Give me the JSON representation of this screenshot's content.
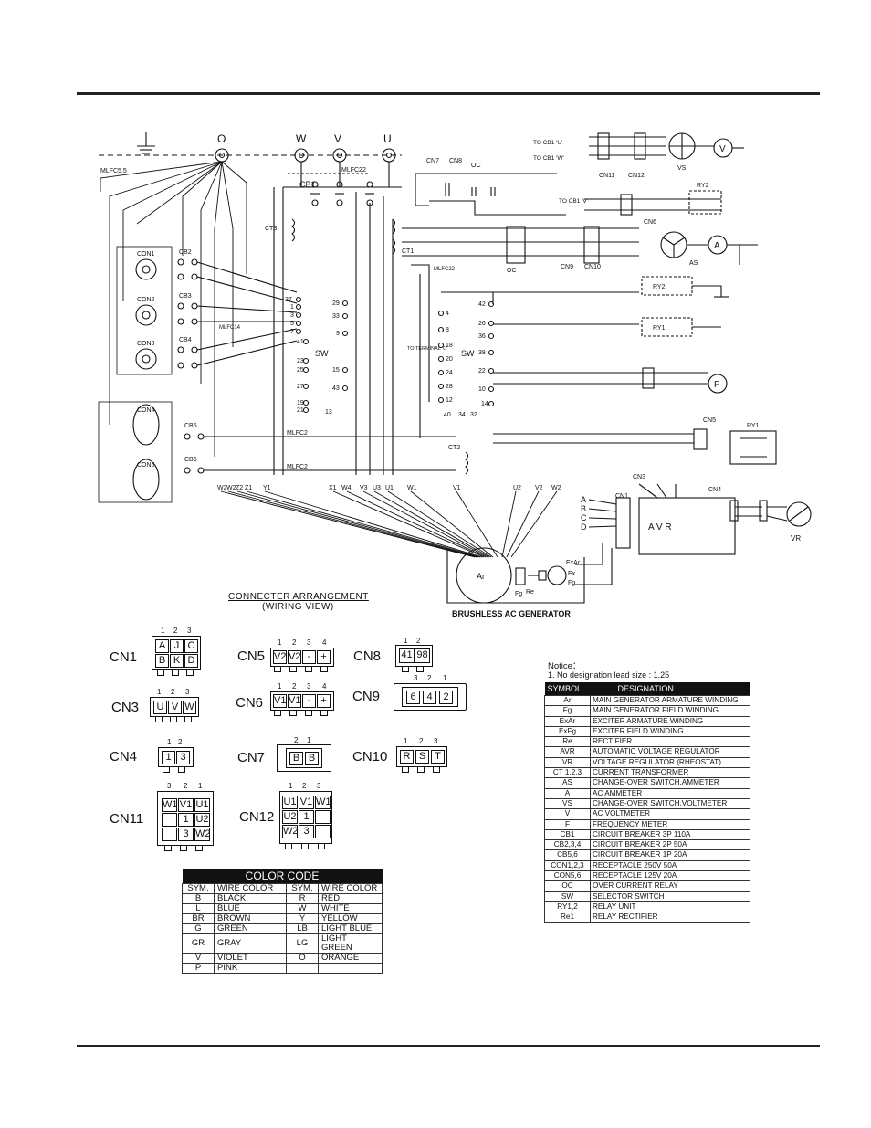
{
  "schematic": {
    "terminals_top": [
      "O",
      "W",
      "V",
      "U"
    ],
    "labels": {
      "to_cb1_u": "TO CB1 'U'",
      "to_cb1_w": "TO CB1 'W'",
      "to_cb1_v": "TO CB1 'V'",
      "cb1": "CB1",
      "cn7": "CN7",
      "cn8": "CN8",
      "oc": "OC",
      "cn6": "CN6",
      "cn11": "CN11",
      "cn12": "CN12",
      "vs": "VS",
      "as": "AS",
      "ry2": "RY2",
      "ry1": "RY1",
      "ry1b": "RY1",
      "cn5": "CN5",
      "cn9": "CN9",
      "cn10": "CN10",
      "ct1": "CT1",
      "ct2": "CT2",
      "ct3": "CT3",
      "con1": "CON1",
      "con2": "CON2",
      "con3": "CON3",
      "con4": "CON4",
      "con5": "CON5",
      "cb2": "CB2",
      "cb3": "CB3",
      "cb4": "CB4",
      "cb5": "CB5",
      "cb6": "CB6",
      "sw_left": "SW",
      "sw_right": "SW",
      "cn1": "CN1",
      "cn3": "CN3",
      "cn4": "CN4",
      "avr": "A V R",
      "vr": "VR",
      "ar": "Ar",
      "exar": "ExAr",
      "ex": "Ex",
      "fg": "Fg",
      "re": "Re",
      "generator": "BRUSHLESS AC GENERATOR",
      "v_meter": "V",
      "a_meter": "A",
      "f_meter": "F",
      "mlfc22": "MLFC22",
      "mlfc14": "MLFC14",
      "mlfc2": "MLFC2",
      "mlfc55": "MLFC5.5",
      "to_terminal": "TO TERMINAL 'O'"
    },
    "left_sw_numbers": [
      "37",
      "1",
      "3",
      "5",
      "7",
      "41",
      "23",
      "25",
      "27",
      "19",
      "21",
      "29",
      "33",
      "9",
      "15",
      "43",
      "13"
    ],
    "right_sw_numbers": [
      "42",
      "4",
      "8",
      "18",
      "20",
      "24",
      "28",
      "12",
      "40",
      "34",
      "32",
      "26",
      "36",
      "38",
      "22",
      "10",
      "14"
    ],
    "bottom_wires": [
      "W2",
      "W2",
      "Z2",
      "Z1",
      "Y1",
      "X1",
      "W4",
      "V3",
      "U3",
      "U1",
      "W1",
      "V1",
      "U2",
      "V2",
      "W2"
    ],
    "avr_inputs": [
      "A",
      "B",
      "C",
      "D"
    ]
  },
  "connector_arrangement": {
    "title": "CONNECTER ARRANGEMENT",
    "subtitle": "(WIRING VIEW)",
    "connectors": [
      {
        "name": "CN1",
        "pins": [
          "1",
          "2",
          "3"
        ],
        "cells": [
          "A",
          "J",
          "C",
          "B",
          "K",
          "D"
        ]
      },
      {
        "name": "CN5",
        "pins": [
          "1",
          "2",
          "3",
          "4"
        ],
        "cells": [
          "V2",
          "V2",
          "-",
          "+"
        ]
      },
      {
        "name": "CN8",
        "pins": [
          "1",
          "2"
        ],
        "cells": [
          "41",
          "98"
        ]
      },
      {
        "name": "CN3",
        "pins": [
          "1",
          "2",
          "3"
        ],
        "cells": [
          "U",
          "V",
          "W"
        ]
      },
      {
        "name": "CN6",
        "pins": [
          "1",
          "2",
          "3",
          "4"
        ],
        "cells": [
          "V1",
          "V1",
          "-",
          "+"
        ]
      },
      {
        "name": "CN9",
        "pins": [
          "3",
          "2",
          "1"
        ],
        "cells": [
          "6",
          "4",
          "2"
        ]
      },
      {
        "name": "CN4",
        "pins": [
          "1",
          "2"
        ],
        "cells": [
          "1",
          "3"
        ]
      },
      {
        "name": "CN7",
        "pins": [
          "2",
          "1"
        ],
        "cells": [
          "B",
          "B"
        ]
      },
      {
        "name": "CN10",
        "pins": [
          "1",
          "2",
          "3"
        ],
        "cells": [
          "R",
          "S",
          "T"
        ]
      },
      {
        "name": "CN11",
        "pins": [
          "3",
          "2",
          "1"
        ],
        "cells": [
          "W1",
          "V1",
          "U1",
          "",
          "1",
          "U2",
          "",
          "3",
          "W2"
        ]
      },
      {
        "name": "CN12",
        "pins": [
          "1",
          "2",
          "3"
        ],
        "cells": [
          "U1",
          "V1",
          "W1",
          "U2",
          "1",
          "",
          "W2",
          "3",
          ""
        ]
      }
    ]
  },
  "color_code": {
    "title": "COLOR CODE",
    "headers": [
      "SYM.",
      "WIRE COLOR",
      "SYM.",
      "WIRE COLOR"
    ],
    "rows": [
      [
        "B",
        "BLACK",
        "R",
        "RED"
      ],
      [
        "L",
        "BLUE",
        "W",
        "WHITE"
      ],
      [
        "BR",
        "BROWN",
        "Y",
        "YELLOW"
      ],
      [
        "G",
        "GREEN",
        "LB",
        "LIGHT BLUE"
      ],
      [
        "GR",
        "GRAY",
        "LG",
        "LIGHT GREEN"
      ],
      [
        "V",
        "VIOLET",
        "O",
        "ORANGE"
      ],
      [
        "P",
        "PINK",
        "",
        ""
      ]
    ]
  },
  "notice": {
    "title": "Notice：",
    "line1": "1. No designation lead size : 1.25"
  },
  "symbol_table": {
    "headers": [
      "SYMBOL",
      "DESIGNATION"
    ],
    "rows": [
      [
        "Ar",
        "MAIN GENERATOR ARMATURE WINDING"
      ],
      [
        "Fg",
        "MAIN GENERATOR FIELD WINDING"
      ],
      [
        "ExAr",
        "EXCITER ARMATURE WINDING"
      ],
      [
        "ExFg",
        "EXCITER FIELD WINDING"
      ],
      [
        "Re",
        "RECTIFIER"
      ],
      [
        "AVR",
        "AUTOMATIC VOLTAGE REGULATOR"
      ],
      [
        "VR",
        "VOLTAGE REGULATOR (RHEOSTAT)"
      ],
      [
        "CT 1,2,3",
        "CURRENT TRANSFORMER"
      ],
      [
        "AS",
        "CHANGE-OVER SWITCH,AMMETER"
      ],
      [
        "A",
        "AC AMMETER"
      ],
      [
        "VS",
        "CHANGE-OVER SWITCH,VOLTMETER"
      ],
      [
        "V",
        "AC VOLTMETER"
      ],
      [
        "F",
        "FREQUENCY METER"
      ],
      [
        "CB1",
        "CIRCUIT BREAKER 3P 110A"
      ],
      [
        "CB2,3,4",
        "CIRCUIT BREAKER 2P 50A"
      ],
      [
        "CB5,6",
        "CIRCUIT BREAKER 1P 20A"
      ],
      [
        "CON1,2,3",
        "RECEPTACLE 250V 50A"
      ],
      [
        "CON5,6",
        "RECEPTACLE 125V 20A"
      ],
      [
        "OC",
        "OVER CURRENT RELAY"
      ],
      [
        "SW",
        "SELECTOR SWITCH"
      ],
      [
        "RY1,2",
        "RELAY UNIT"
      ],
      [
        "Re1",
        "RELAY RECTIFIER"
      ]
    ]
  }
}
